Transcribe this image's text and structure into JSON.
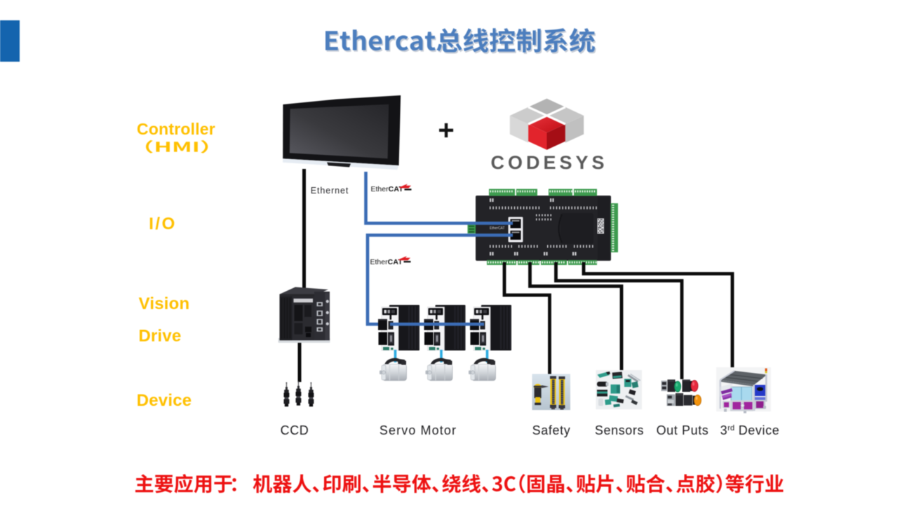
{
  "slide": {
    "title": "Ethercat总线控制系统",
    "footer": "主要应用于：机器人、印刷、半导体、绕线、3C（固晶、贴片、贴合、点胶）等行业",
    "colors": {
      "accent_blue": "#1464AE",
      "title_blue": "#4C7EBE",
      "label_yellow": "#FFC000",
      "footer_red": "#ED1111",
      "cable_black": "#0B0B0B",
      "cable_blue": "#3B6CB5",
      "cable_cyan": "#2BAAE1",
      "plc_green": "#3E9B4F",
      "codesys_red": "#D7141C",
      "codesys_gray": "#5A5A5A"
    }
  },
  "layer_labels": {
    "controller": "Controller",
    "controller_sub": "（HMI）",
    "io": "I/O",
    "vision": "Vision",
    "drive": "Drive",
    "device": "Device"
  },
  "bus_labels": {
    "ethernet": "Ethernet",
    "ethercat_prefix": "Ether",
    "ethercat_bold": "CAT",
    "plc_port_label": "EtherCAT"
  },
  "logos": {
    "codesys_text": "CODESYS",
    "plus_sign": "+"
  },
  "device_labels": {
    "ccd": "CCD",
    "servo_motor": "Servo Motor",
    "safety": "Safety",
    "sensors": "Sensors",
    "outputs": "Out Puts",
    "third_num": "3",
    "third_ord": "rd",
    "third_word": "Device"
  }
}
